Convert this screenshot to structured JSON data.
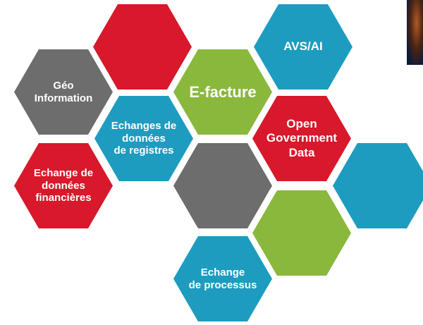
{
  "colors": {
    "red": "#d8182b",
    "gray": "#6d6d6d",
    "green": "#8ab83d",
    "blue": "#1d9cc0"
  },
  "hexes": [
    {
      "id": "hex-empty-red-top",
      "color": "red",
      "label": ""
    },
    {
      "id": "hex-avs-ai",
      "color": "blue",
      "label": "AVS/AI"
    },
    {
      "id": "hex-geo-information",
      "color": "gray",
      "label": "Géo\nInformation"
    },
    {
      "id": "hex-e-facture",
      "color": "green",
      "label": "E-facture"
    },
    {
      "id": "hex-echanges-registres",
      "color": "blue",
      "label": "Echanges de\ndonnées\nde registres"
    },
    {
      "id": "hex-open-government-data",
      "color": "red",
      "label": "Open\nGovernment\nData"
    },
    {
      "id": "hex-echange-financieres",
      "color": "red",
      "label": "Echange de\ndonnées\nfinancières"
    },
    {
      "id": "hex-empty-gray",
      "color": "gray",
      "label": ""
    },
    {
      "id": "hex-empty-blue-right",
      "color": "blue",
      "label": ""
    },
    {
      "id": "hex-empty-green",
      "color": "green",
      "label": ""
    },
    {
      "id": "hex-echange-processus",
      "color": "blue",
      "label": "Echange\nde processus"
    }
  ]
}
